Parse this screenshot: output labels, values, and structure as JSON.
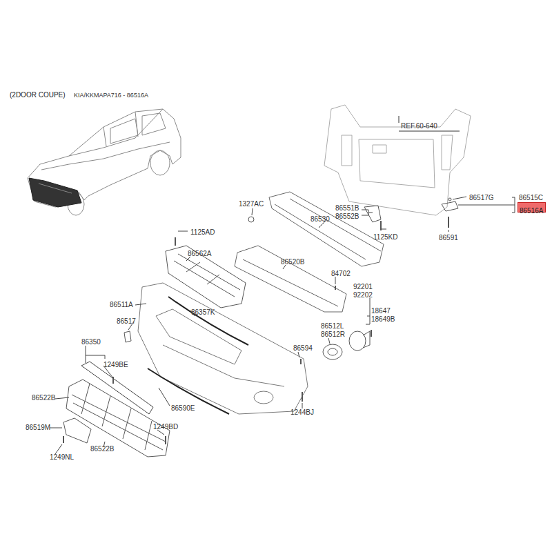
{
  "diagram": {
    "title": "(2DOOR COUPE)",
    "nodes": [
      {
        "text": [
          "86516A"
        ]
      }
    ],
    "labels": [
      "KIA/KKMAPA716 - 86516A",
      "REF.60-640",
      "1327AC",
      "86551B",
      "86552B",
      "86530",
      "1125KD",
      "86517G",
      "86515C",
      "86591",
      "1125AD",
      "86562A",
      "86520B",
      "84702",
      "92201",
      "92202",
      "18647",
      "18649B",
      "86511A",
      "86357K",
      "86517",
      "86350",
      "1249BE",
      "86512L",
      "86512R",
      "86594",
      "86522B",
      "86590E",
      "1244BJ",
      "86519M",
      "1249BD",
      "86522B",
      "1249NL"
    ]
  }
}
